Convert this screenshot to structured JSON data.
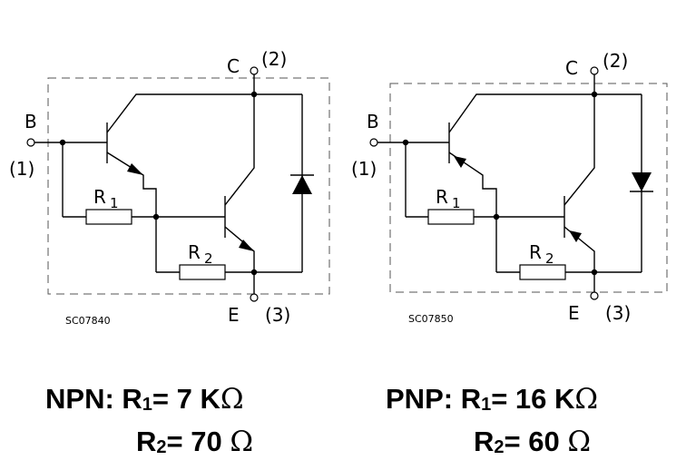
{
  "diagrams": [
    {
      "id": "npn",
      "base_letter": "B",
      "base_pin": "(1)",
      "collector_letter": "C",
      "collector_pin": "(2)",
      "emitter_letter": "E",
      "emitter_pin": "(3)",
      "r1_letter": "R",
      "r1_sub": "1",
      "r2_letter": "R",
      "r2_sub": "2",
      "code": "SC07840"
    },
    {
      "id": "pnp",
      "base_letter": "B",
      "base_pin": "(1)",
      "collector_letter": "C",
      "collector_pin": "(2)",
      "emitter_letter": "E",
      "emitter_pin": "(3)",
      "r1_letter": "R",
      "r1_sub": "1",
      "r2_letter": "R",
      "r2_sub": "2",
      "code": "SC07850"
    }
  ],
  "specs": {
    "npn": {
      "type": "NPN:",
      "r1": {
        "letter": "R",
        "sub": "1",
        "value": "= 7 K",
        "unit": "Ω"
      },
      "r2": {
        "letter": "R",
        "sub": "2",
        "value": "= 70",
        "unit": "Ω"
      }
    },
    "pnp": {
      "type": "PNP:",
      "r1": {
        "letter": "R",
        "sub": "1",
        "value": "= 16 K",
        "unit": "Ω"
      },
      "r2": {
        "letter": "R",
        "sub": "2",
        "value": "= 60",
        "unit": "Ω"
      }
    }
  }
}
